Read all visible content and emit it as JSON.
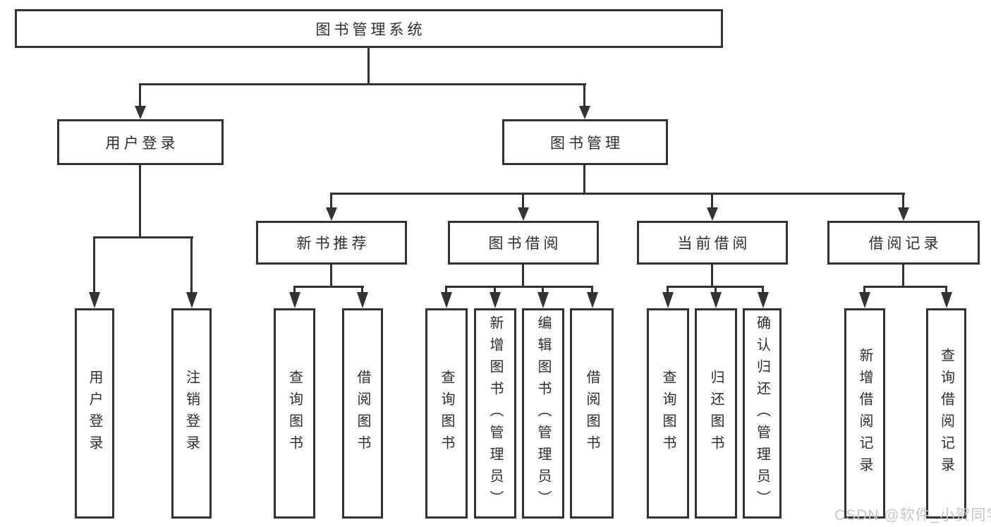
{
  "colors": {
    "line": "#333333",
    "text": "#2d2d2d",
    "background": "#ffffff",
    "watermark": "#c6c6c6"
  },
  "nodes": {
    "root": {
      "label": "图书管理系统"
    },
    "user_login": {
      "label": "用户登录"
    },
    "book_mgmt": {
      "label": "图书管理"
    },
    "new_book_rec": {
      "label": "新书推荐"
    },
    "book_borrow": {
      "label": "图书借阅"
    },
    "current_borrow": {
      "label": "当前借阅"
    },
    "borrow_records": {
      "label": "借阅记录"
    },
    "leaf_user_login": {
      "label": "用户登录"
    },
    "leaf_logout": {
      "label": "注销登录"
    },
    "leaf_query_book_new": {
      "label": "查询图书"
    },
    "leaf_borrow_book_new": {
      "label": "借阅图书"
    },
    "leaf_query_book_borrow": {
      "label": "查询图书"
    },
    "leaf_add_book": {
      "label": "新增图书（管理员）"
    },
    "leaf_edit_book": {
      "label": "编辑图书（管理员）"
    },
    "leaf_borrow_book_borrow": {
      "label": "借阅图书"
    },
    "leaf_query_book_current": {
      "label": "查询图书"
    },
    "leaf_return_book": {
      "label": "归还图书"
    },
    "leaf_confirm_return": {
      "label": "确认归还（管理员）"
    },
    "leaf_add_borrow_record": {
      "label": "新增借阅记录"
    },
    "leaf_query_borrow_record": {
      "label": "查询借阅记录"
    }
  },
  "watermark": {
    "text": "CSDN @软件_小贺同学"
  }
}
